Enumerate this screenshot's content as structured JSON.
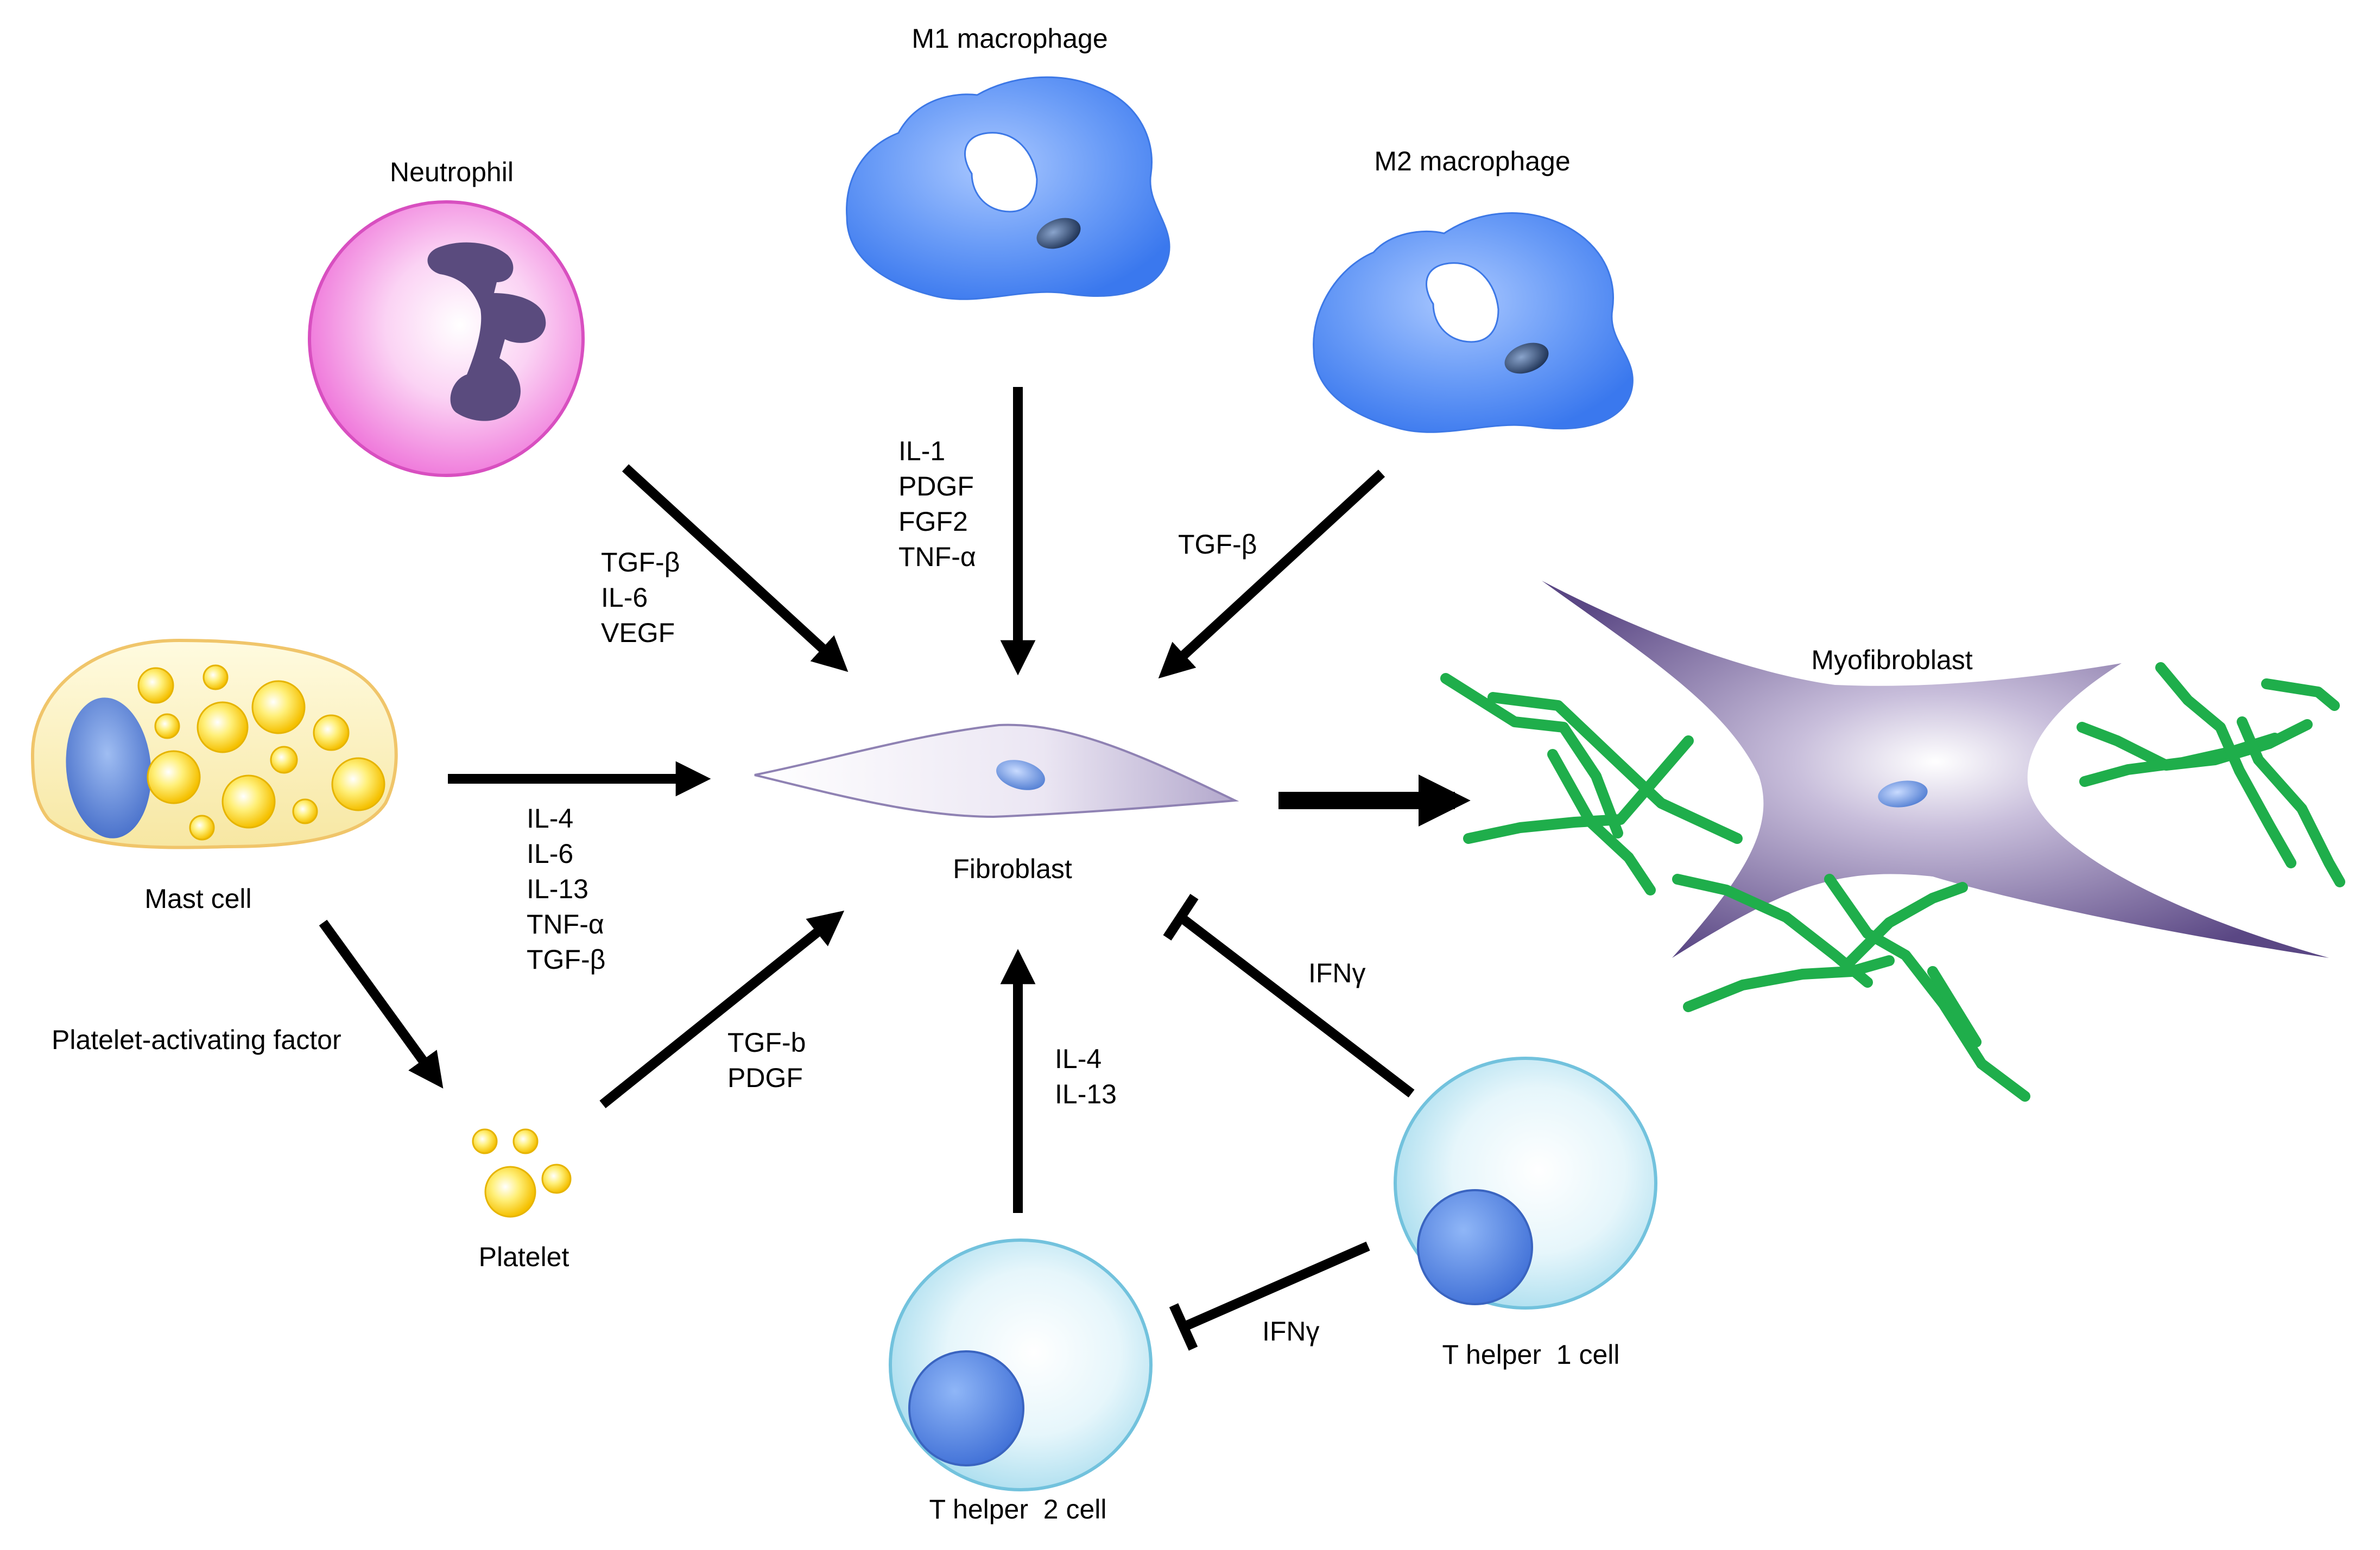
{
  "cells": {
    "m1_macrophage": "M1 macrophage",
    "m2_macrophage": "M2 macrophage",
    "neutrophil": "Neutrophil",
    "mast_cell": "Mast cell",
    "platelet": "Platelet",
    "fibroblast": "Fibroblast",
    "myofibroblast": "Myofibroblast",
    "th1": "T helper  1 cell",
    "th2": "T helper  2 cell"
  },
  "factors": {
    "neutrophil_to_fibroblast": [
      "TGF-β",
      "IL-6",
      "VEGF"
    ],
    "m1_to_fibroblast": [
      "IL-1",
      "PDGF",
      "FGF2",
      "TNF-α"
    ],
    "m2_to_fibroblast": [
      "TGF-β"
    ],
    "mast_to_fibroblast": [
      "IL-4",
      "IL-6",
      "IL-13",
      "TNF-α",
      "TGF-β"
    ],
    "mast_to_platelet": [
      "Platelet-activating factor"
    ],
    "platelet_to_fibroblast": [
      "TGF-b",
      "PDGF"
    ],
    "th2_to_fibroblast": [
      "IL-4",
      "IL-13"
    ],
    "th1_inhibits_fibroblast": [
      "IFNγ"
    ],
    "th1_inhibits_th2": [
      "IFNγ"
    ]
  },
  "colors": {
    "macrophage": "#3f7ff0",
    "neutrophil": "#f07ae0",
    "mast_cell": "#fbf0b8",
    "granule": "#f8d21a",
    "fibroblast": "#e9e4f2",
    "myofibroblast": "#6a5892",
    "collagen": "#1fae4b",
    "t_cell": "#cdecf6",
    "arrow": "#000000"
  }
}
